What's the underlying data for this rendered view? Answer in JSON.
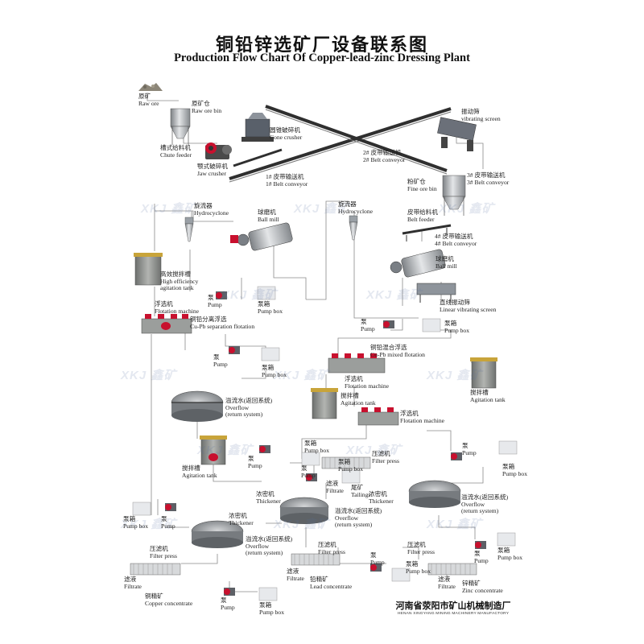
{
  "title_cn": "铜铅锌选矿厂设备联系图",
  "title_en": "Production Flow Chart Of Copper-lead-zinc Dressing Plant",
  "watermark": "XKJ 鑫矿",
  "labels": {
    "raw_ore": {
      "cn": "原矿",
      "en": "Raw ore"
    },
    "raw_ore_bin": {
      "cn": "原矿仓",
      "en": "Raw ore bin"
    },
    "cone_crusher": {
      "cn": "圆锥破碎机",
      "en": "Cone crusher"
    },
    "vibrating_screen": {
      "cn": "振动筛",
      "en": "vibrating screen"
    },
    "chute_feeder": {
      "cn": "槽式给料机",
      "en": "Chute feeder"
    },
    "jaw_crusher": {
      "cn": "颚式破碎机",
      "en": "Jaw crusher"
    },
    "belt2": {
      "cn": "2# 皮带输送机",
      "en": "2#  Belt conveyor"
    },
    "belt1": {
      "cn": "1# 皮带输送机",
      "en": "1#  Belt conveyor"
    },
    "belt3": {
      "cn": "3# 皮带输送机",
      "en": "3#  Belt conveyor"
    },
    "fine_ore_bin": {
      "cn": "粉矿仓",
      "en": "Fine ore bin"
    },
    "hydrocyclone1": {
      "cn": "旋流器",
      "en": "Hydrocyclone"
    },
    "ball_mill1": {
      "cn": "球磨机",
      "en": "Ball mill"
    },
    "hydrocyclone2": {
      "cn": "旋流器",
      "en": "Hydrocyclone"
    },
    "belt_feeder": {
      "cn": "皮带给料机",
      "en": "Belt feeder"
    },
    "belt4": {
      "cn": "4# 皮带输送机",
      "en": "4#  Belt conveyor"
    },
    "ball_mill2": {
      "cn": "球磨机",
      "en": "Ball mill"
    },
    "agitation_tank_he": {
      "cn": "高效搅拌槽",
      "en": "High efficiency agitation tank"
    },
    "pump1": {
      "cn": "泵",
      "en": "Pump"
    },
    "pump_box1": {
      "cn": "泵箱",
      "en": "Pump box"
    },
    "linear_screen": {
      "cn": "直线振动筛",
      "en": "Linear vibrating screen"
    },
    "flotation1": {
      "cn": "浮选机",
      "en": "Flotation machine"
    },
    "cupb_sep": {
      "cn": "铜铅分离浮选",
      "en": "Cu-Pb separation flotation"
    },
    "pump2": {
      "cn": "泵",
      "en": "Pump"
    },
    "pump_box2": {
      "cn": "泵箱",
      "en": "Pump box"
    },
    "pump3": {
      "cn": "泵",
      "en": "Pump"
    },
    "pump_box3": {
      "cn": "泵箱",
      "en": "Pump box"
    },
    "cupb_mixed": {
      "cn": "铜铅混合浮选",
      "en": "Cu-Pb mixed flotation"
    },
    "agitation_tank_r": {
      "cn": "搅拌槽",
      "en": "Agitation tank"
    },
    "flotation2": {
      "cn": "浮选机",
      "en": "Flotation machine"
    },
    "agitation_tank_m": {
      "cn": "搅拌槽",
      "en": "Agitation tank"
    },
    "flotation3": {
      "cn": "浮选机",
      "en": "Flotation machine"
    },
    "overflow1": {
      "cn": "溢流水(返回系统)",
      "en": "Overflow",
      "en2": "(return system)"
    },
    "agitation_tank_l": {
      "cn": "搅拌槽",
      "en": "Agitation tank"
    },
    "pump4": {
      "cn": "泵",
      "en": "Pump"
    },
    "pump_box4": {
      "cn": "泵箱",
      "en": "Pump box"
    },
    "filter_press1": {
      "cn": "压滤机",
      "en": "Filter press"
    },
    "pump5": {
      "cn": "泵",
      "en": "Pump"
    },
    "pump_box5": {
      "cn": "泵箱",
      "en": "Pump box"
    },
    "filtrate1": {
      "cn": "滤液",
      "en": "Filtrate"
    },
    "tailings": {
      "cn": "尾矿",
      "en": "Tailings"
    },
    "thickener1": {
      "cn": "浓密机",
      "en": "Thickener"
    },
    "overflow2": {
      "cn": "溢流水(返回系统)",
      "en": "Overflow",
      "en2": "(return system)"
    },
    "thickener2": {
      "cn": "浓密机",
      "en": "Thickener"
    },
    "overflow3": {
      "cn": "溢流水(返回系统)",
      "en": "Overflow",
      "en2": "(return system)"
    },
    "pump_box6": {
      "cn": "泵箱",
      "en": "Pump box"
    },
    "pump6": {
      "cn": "泵",
      "en": "Pump"
    },
    "thickener3": {
      "cn": "浓密机",
      "en": "Thickener"
    },
    "overflow4": {
      "cn": "溢流水(返回系统)",
      "en": "Overflow",
      "en2": "(return system)"
    },
    "filter_press2": {
      "cn": "压滤机",
      "en": "Filter press"
    },
    "filter_press3": {
      "cn": "压滤机",
      "en": "Filter press"
    },
    "pump7": {
      "cn": "泵",
      "en": "Pump"
    },
    "pump_box7": {
      "cn": "泵箱",
      "en": "Pump box"
    },
    "filter_press4": {
      "cn": "压滤机",
      "en": "Filter press"
    },
    "pump8": {
      "cn": "泵",
      "en": "Pump"
    },
    "pump_box8": {
      "cn": "泵箱",
      "en": "Pump box"
    },
    "filtrate2": {
      "cn": "滤液",
      "en": "Filtrate"
    },
    "filtrate3": {
      "cn": "滤液",
      "en": "Filtrate"
    },
    "lead_conc": {
      "cn": "铅精矿",
      "en": "Lead concentrate"
    },
    "pump9": {
      "cn": "泵",
      "en": "Pump"
    },
    "pump_box9": {
      "cn": "泵箱",
      "en": "Pump box"
    },
    "filtrate4": {
      "cn": "滤液",
      "en": "Filtrate"
    },
    "zinc_conc": {
      "cn": "锌精矿",
      "en": "Zinc concentrate"
    },
    "copper_conc": {
      "cn": "铜精矿",
      "en": "Copper concentrate"
    },
    "pump10": {
      "cn": "泵",
      "en": "Pump"
    },
    "pump_box10": {
      "cn": "泵箱",
      "en": "Pump box"
    }
  },
  "footer": {
    "cn": "河南省荥阳市矿山机械制造厂",
    "en": "HENAN XINGYANG MINING MACHINERY MANUFACTORY"
  },
  "colors": {
    "line": "#8a8a8a",
    "steel": "#b9bcc0",
    "dark": "#3a3a3a",
    "accent": "#c8102e",
    "tank": "#8d8f8c"
  }
}
